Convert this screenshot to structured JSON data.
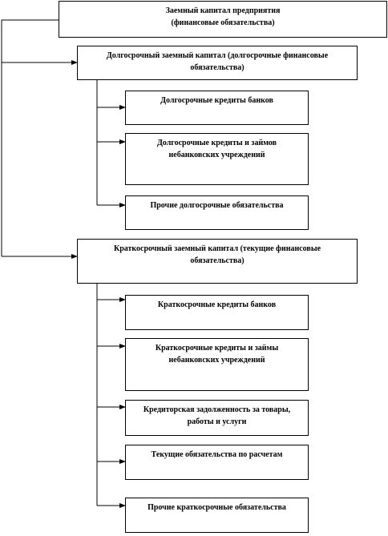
{
  "diagram": {
    "root": {
      "label": "Заемный капитал предприятия\n(финансовые обязательства)"
    },
    "long_term": {
      "label": "Долгосрочный заемный капитал (долгосрочные финансовые обязательства)",
      "children": [
        {
          "label": "Долгосрочные кредиты банков"
        },
        {
          "label": "Долгосрочные кредиты и займов небанковских учреждений"
        },
        {
          "label": "Прочие долгосрочные обязательства"
        }
      ]
    },
    "short_term": {
      "label": "Краткосрочный заемный капитал (текущие финансовые обязательства)",
      "children": [
        {
          "label": "Краткосрочные кредиты банков"
        },
        {
          "label": "Краткосрочные кредиты и займы небанковских учреждений"
        },
        {
          "label": "Кредиторская задолженность за товары, работы и услуги"
        },
        {
          "label": "Текущие обязательства по расчетам"
        },
        {
          "label": "Прочие краткосрочные обязательства"
        }
      ]
    }
  }
}
